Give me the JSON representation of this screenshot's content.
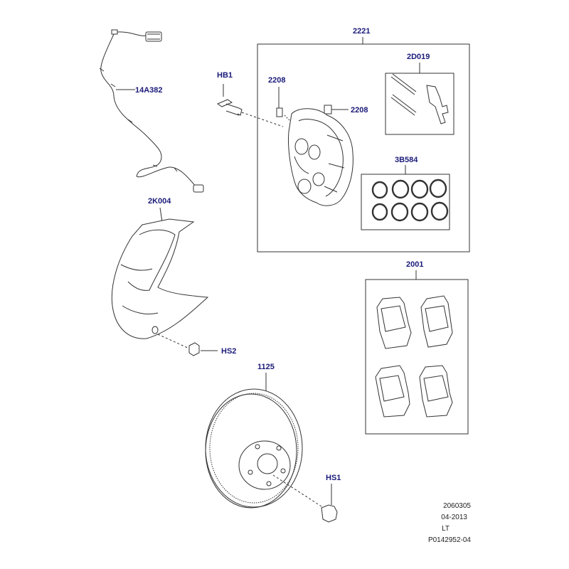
{
  "labels": {
    "wire": "14A382",
    "hb1": "HB1",
    "bleed_a": "2208",
    "bleed_b": "2208",
    "caliper_group": "2221",
    "pin_kit": "2D019",
    "seal_kit": "3B584",
    "shield": "2K004",
    "hs2": "HS2",
    "disc": "1125",
    "pad_group": "2001",
    "hs1": "HS1"
  },
  "meta": {
    "code": "2060305",
    "date": "04-2013",
    "market": "LT",
    "drawing": "P0142952-04"
  },
  "colors": {
    "label_text": "#1a1a7a",
    "line": "#333333"
  }
}
